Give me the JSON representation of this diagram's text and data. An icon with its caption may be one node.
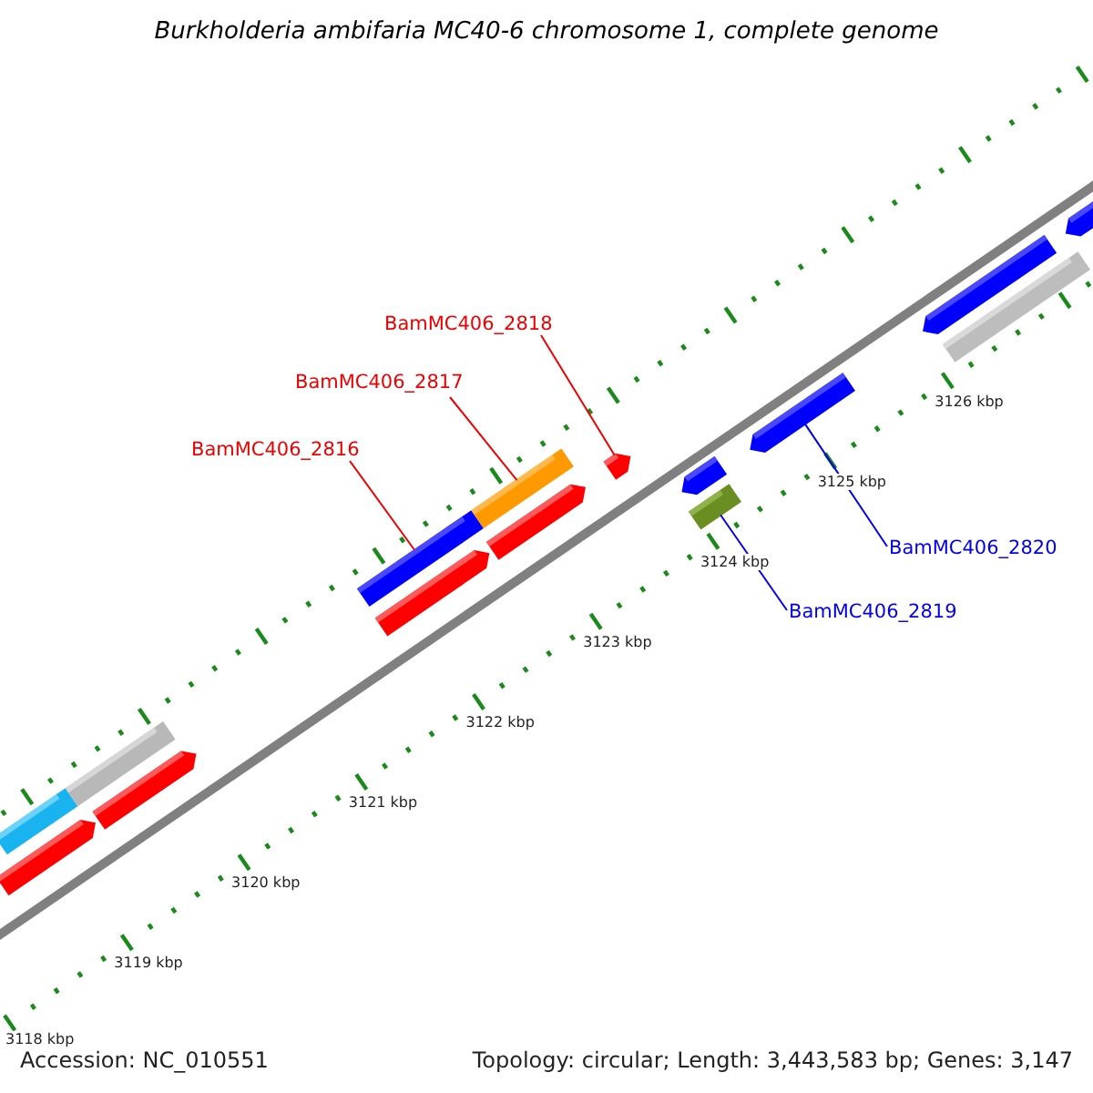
{
  "diagram": {
    "title": "Burkholderia ambifaria MC40-6 chromosome 1, complete genome",
    "nodes": [
      {
        "text": [
          "BamMC406_2818"
        ]
      },
      {
        "text": [
          "BamMC406_2817"
        ]
      },
      {
        "text": [
          "BamMC406_2816"
        ]
      },
      {
        "text": [
          "BamMC406_2820"
        ]
      },
      {
        "text": [
          "BamMC406_2819"
        ]
      },
      {
        "text": [],
        "shape": "bar"
      },
      {
        "text": [],
        "shape": "bar"
      },
      {
        "text": [],
        "shape": "bar"
      },
      {
        "text": [],
        "shape": "bar"
      },
      {
        "text": [],
        "shape": "bar"
      },
      {
        "text": [],
        "shape": "bar"
      },
      {
        "text": [],
        "shape": "bar"
      },
      {
        "text": [],
        "shape": "bar"
      },
      {
        "text": [],
        "shape": "bar"
      },
      {
        "text": [],
        "shape": "bar"
      },
      {
        "text": [],
        "shape": "bar"
      },
      {
        "text": [],
        "shape": "bar"
      },
      {
        "text": [],
        "shape": "bar"
      },
      {
        "text": [],
        "shape": "bar"
      },
      {
        "text": [],
        "shape": "bar"
      }
    ],
    "edges": [
      {
        "from": 0,
        "to": 13,
        "arrow": "none"
      },
      {
        "from": 1,
        "to": 11,
        "arrow": "none"
      },
      {
        "from": 2,
        "to": 9,
        "arrow": "none"
      },
      {
        "from": 3,
        "to": 16,
        "arrow": "none",
        "color": "#0000ee"
      },
      {
        "from": 4,
        "to": 15,
        "arrow": "none",
        "color": "#0000ee"
      }
    ],
    "labels": [
      "3126 kbp",
      "3125 kbp",
      "3124 kbp",
      "3123 kbp",
      "3122 kbp",
      "3121 kbp",
      "3120 kbp",
      "3119 kbp",
      "3118 kbp",
      "Accession: NC_010551",
      "Topology: circular; Length: 3,443,583 bp; Genes: 3,147"
    ]
  }
}
